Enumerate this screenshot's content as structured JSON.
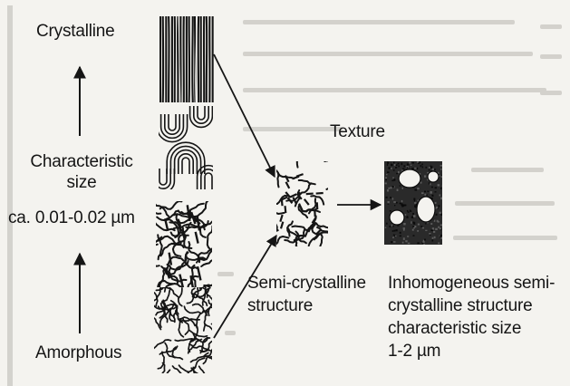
{
  "labels": {
    "crystalline": "Crystalline",
    "characteristic": "Characteristic",
    "size": "size",
    "size_range": "ca. 0.01-0.02 µm",
    "amorphous": "Amorphous",
    "texture": "Texture",
    "semi_line1": "Semi-crystalline",
    "semi_line2": "structure",
    "inhom_line1": "Inhomogeneous semi-",
    "inhom_line2": "crystalline structure",
    "inhom_line3": "characteristic size",
    "inhom_line4": "1-2 µm"
  },
  "colors": {
    "ink": "#151515",
    "paper": "#f4f3ef",
    "bleed": "#b9b7b1"
  }
}
